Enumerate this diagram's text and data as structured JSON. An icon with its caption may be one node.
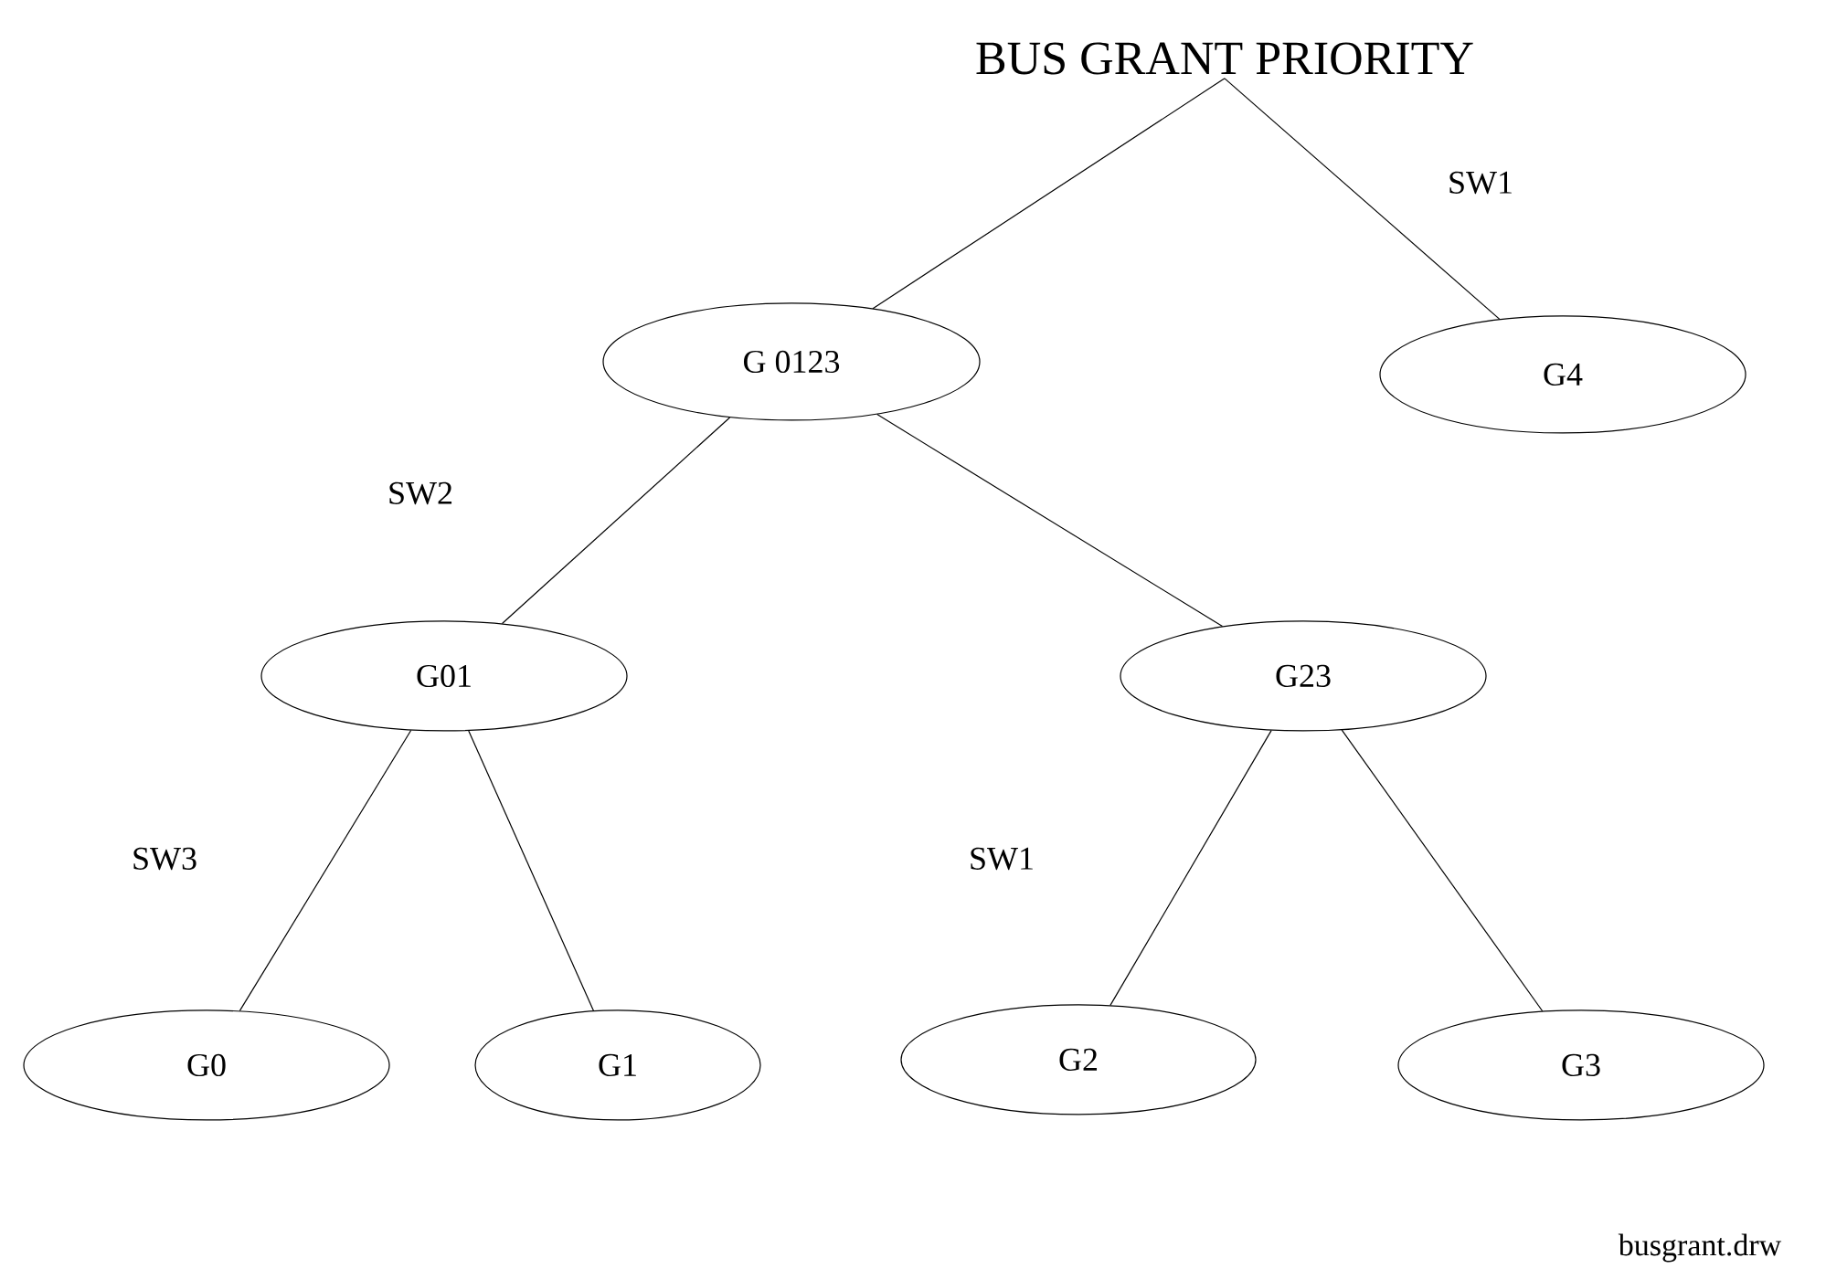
{
  "diagram": {
    "nodes": [
      {
        "text": [
          "BUS GRANT PRIORITY"
        ]
      },
      {
        "text": [
          "G 0123"
        ]
      },
      {
        "text": [
          "G4"
        ]
      },
      {
        "text": [
          "G01"
        ]
      },
      {
        "text": [
          "G23"
        ]
      },
      {
        "text": [
          "G0"
        ]
      },
      {
        "text": [
          "G1"
        ]
      },
      {
        "text": [
          "G2"
        ]
      },
      {
        "text": [
          "G3"
        ]
      }
    ],
    "edges": [
      {
        "from": 0,
        "to": 1,
        "arrow": "none"
      },
      {
        "from": 0,
        "to": 2,
        "arrow": "none",
        "label": "SW1"
      },
      {
        "from": 1,
        "to": 3,
        "arrow": "none",
        "label": "SW2"
      },
      {
        "from": 1,
        "to": 4,
        "arrow": "none"
      },
      {
        "from": 3,
        "to": 5,
        "arrow": "none",
        "label": "SW3"
      },
      {
        "from": 3,
        "to": 6,
        "arrow": "none"
      },
      {
        "from": 4,
        "to": 7,
        "arrow": "none",
        "label": "SW1"
      },
      {
        "from": 4,
        "to": 8,
        "arrow": "none"
      }
    ],
    "labels": [
      "busgrant.drw"
    ]
  }
}
